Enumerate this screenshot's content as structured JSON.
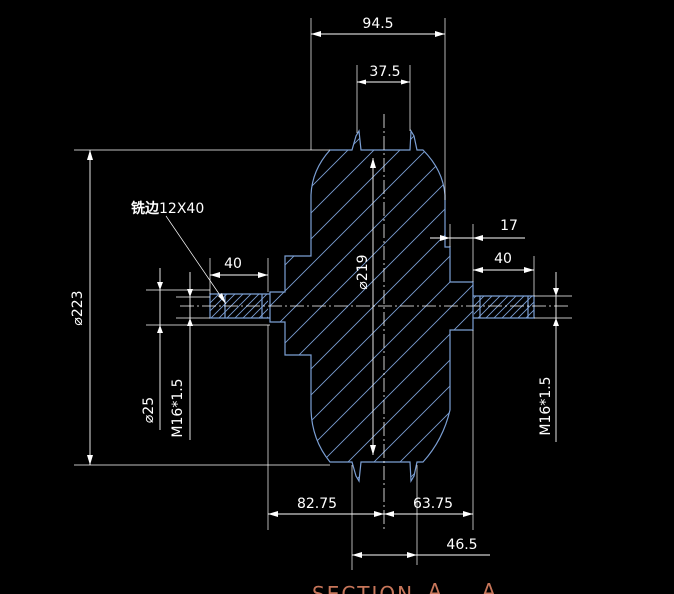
{
  "dimensions": {
    "overall_width": "94.5",
    "hub_groove_width": "37.5",
    "outer_diameter": "⌀223",
    "body_diameter": "⌀219",
    "right_step": "17",
    "left_shaft_length": "40",
    "right_shaft_length": "40",
    "left_shaft_diameter": "⌀25",
    "left_thread": "M16*1.5",
    "right_thread": "M16*1.5",
    "left_overall": "82.75",
    "right_overall": "63.75",
    "bottom_width": "46.5"
  },
  "annotation": {
    "milling_label": "铣边",
    "milling_size": "12X40"
  },
  "section_title": "SECTION",
  "section_letters": [
    "A",
    "A"
  ],
  "colors": {
    "background": "#000000",
    "dimension_lines": "#ffffff",
    "part_outline": "#7b9fd4",
    "title": "#c8765a"
  }
}
